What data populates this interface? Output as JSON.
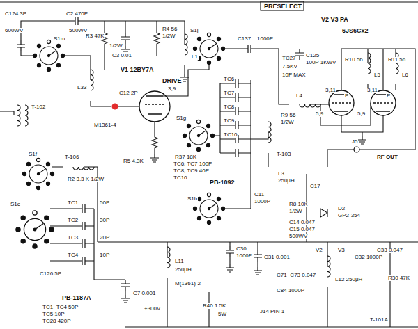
{
  "diagram": {
    "labels": [
      "PRESELECT",
      "C124 3P",
      "600WV",
      "C2 470P",
      "500WV",
      "S1m",
      "R3 47K",
      "1/2W",
      "C3 0.01",
      "R4 56",
      "1/2W",
      "L1",
      "L33",
      "M1361-4",
      "T-102",
      "V1 12BY7A",
      "DRIVE",
      "3,9",
      "C12 2P",
      "S1j",
      "C137",
      "1000P",
      "V2 V3 PA",
      "6JS6Cx2",
      "TC27",
      "7.5KV",
      "10P MAX",
      "C125",
      "100P 1KWV",
      "R10 56",
      "R11 56",
      "L5",
      "L6",
      "L4",
      "3,11",
      "P",
      "3,11",
      "P",
      "R9 56",
      "1/2W",
      "5,9",
      "5,9",
      "S1g",
      "TC6",
      "TC7",
      "TC8",
      "TC9",
      "TC10",
      "TC6, TC7 100P",
      "TC8, TC9 40P",
      "TC10",
      "PB-1092",
      "S1h",
      "R5 4.3K",
      "R37 18K",
      "T-106",
      "R2 3.3 K 1/2W",
      "S1f",
      "S1e",
      "TC1",
      "TC2",
      "TC3",
      "TC4",
      "50P",
      "30P",
      "20P",
      "10P",
      "C126 5P",
      "PB-1187A",
      "TC1~TC4 50P",
      "TC5 10P",
      "TC28 420P",
      "C7 0.001",
      "+300V",
      "M(1361)-2",
      "L11",
      "250μH",
      "C30",
      "1000P",
      "C31 0.001",
      "R40 1.5K",
      "5W",
      "J14 PIN 1",
      "C84 1000P",
      "C71~C73 0.047",
      "L12 250μH",
      "C32 1000P",
      "C33 0.047",
      "R30 47K",
      "T-101A",
      "D2",
      "GP2-354",
      "L3",
      "250μH",
      "T-103",
      "R8 10K",
      "1/2W",
      "C17",
      "C14 0.047",
      "C15 0.047",
      "500WV",
      "V2",
      "V3",
      "C11",
      "1000P",
      "J5",
      "RF OUT"
    ]
  }
}
